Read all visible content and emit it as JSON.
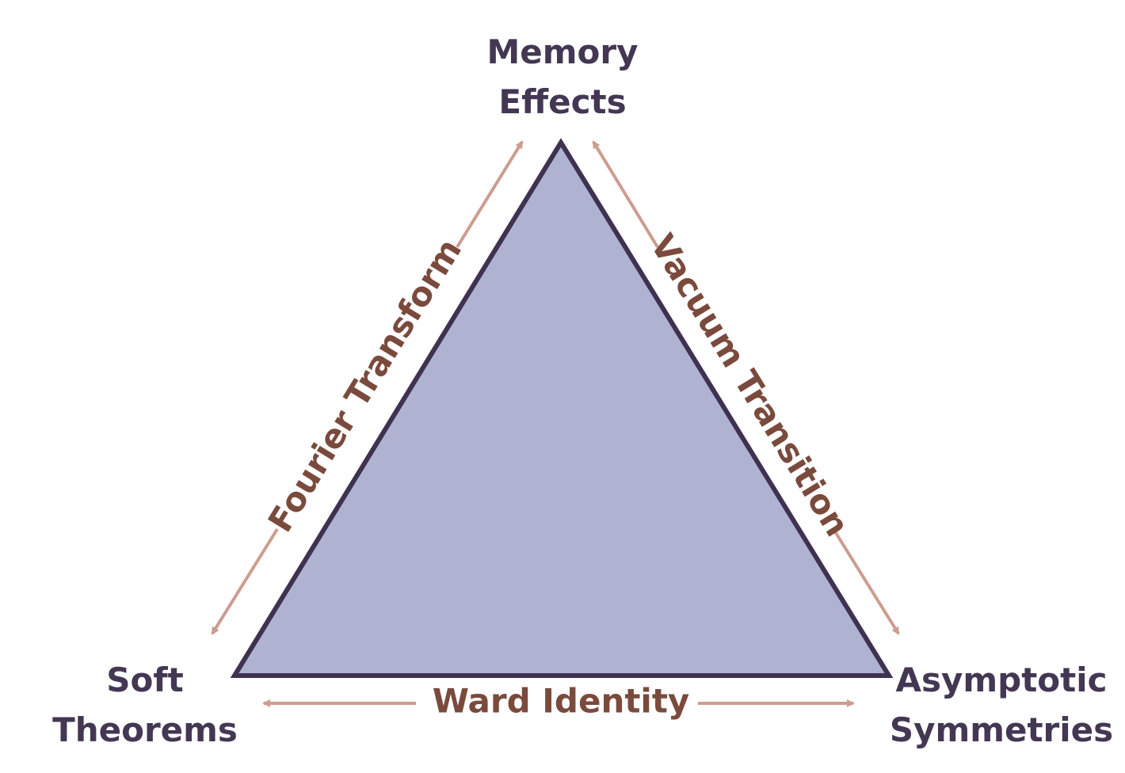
{
  "colors": {
    "node_text": "#433754",
    "edge_text": "#7a4a3c",
    "arrow": "#cc9d8f",
    "triangle_fill": "#afb3d1",
    "triangle_stroke": "#3f3250"
  },
  "nodes": {
    "top": {
      "line1": "Memory",
      "line2": "Effects"
    },
    "left": {
      "line1": "Soft",
      "line2": "Theorems"
    },
    "right": {
      "line1": "Asymptotic",
      "line2": "Symmetries"
    }
  },
  "edges": {
    "left": "Fourier Transform",
    "right": "Vacuum Transition",
    "bottom": "Ward Identity"
  }
}
